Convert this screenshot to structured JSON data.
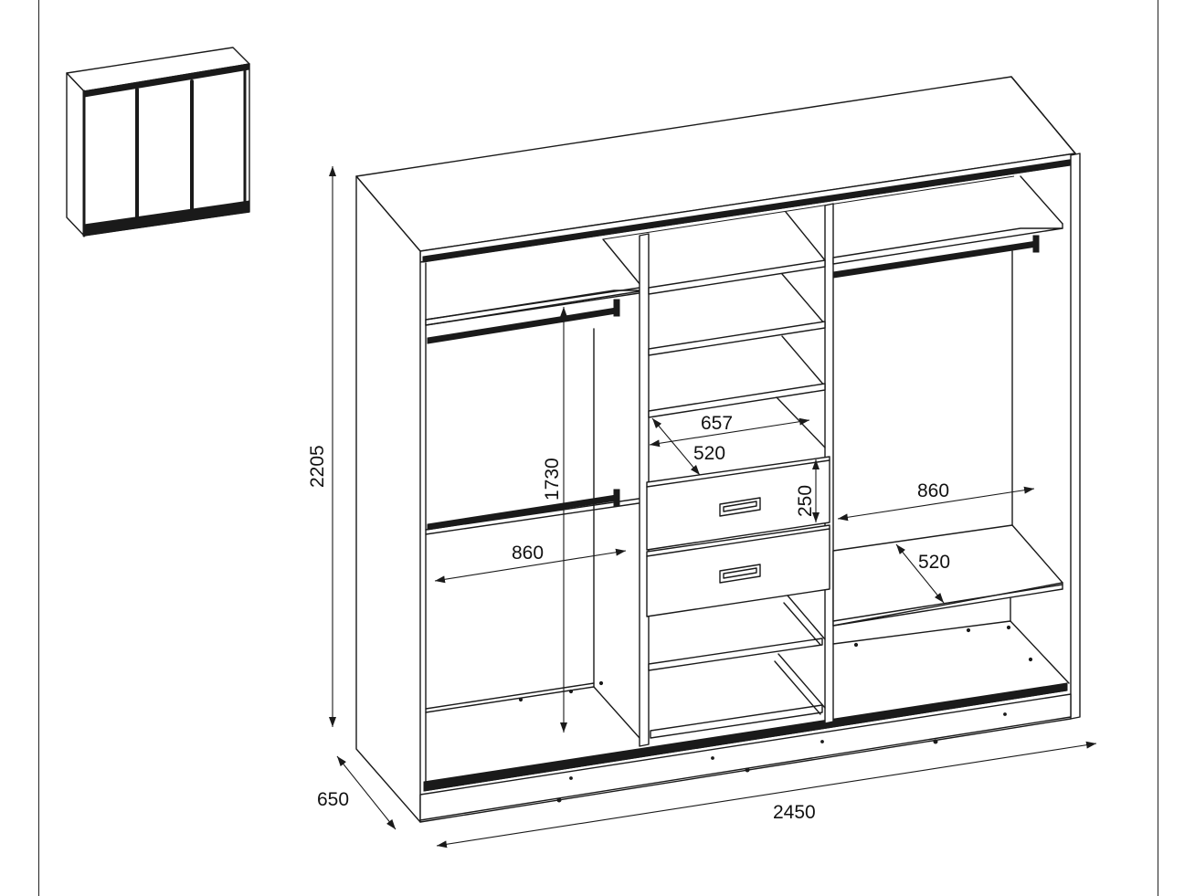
{
  "dimensions": {
    "height_total": "2205",
    "depth_total": "650",
    "width_total": "2450",
    "hanging_height": "1730",
    "left_compartment_width": "860",
    "right_compartment_width": "860",
    "middle_shelf_width": "657",
    "middle_shelf_depth": "520",
    "drawer_height": "250",
    "right_shelf_depth": "520"
  },
  "colors": {
    "line": "#1a1a1a",
    "background": "#ffffff"
  }
}
